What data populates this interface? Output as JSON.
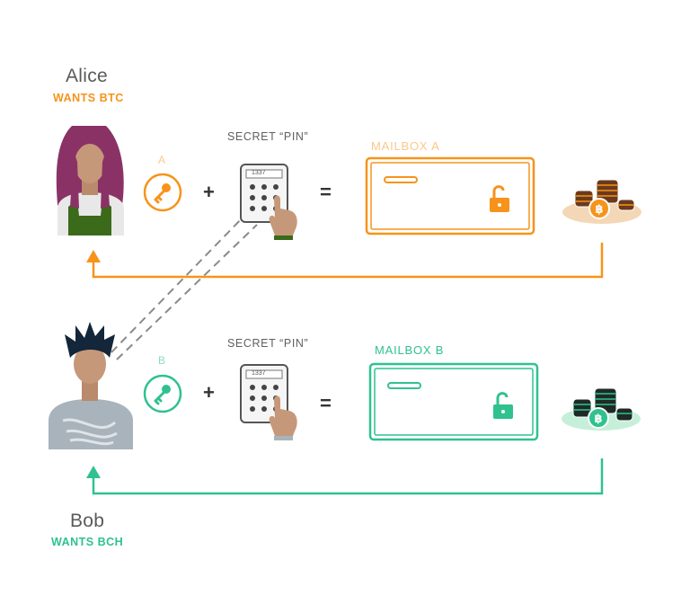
{
  "alice": {
    "name": "Alice",
    "wants": "WANTS BTC",
    "key_letter": "A",
    "pin_title": "SECRET “PIN”",
    "pin_display": "1337",
    "mailbox_label": "MAILBOX A",
    "color": "#f7931a",
    "light_color": "#fbc88a"
  },
  "bob": {
    "name": "Bob",
    "wants": "WANTS BCH",
    "key_letter": "B",
    "pin_title": "SECRET “PIN”",
    "pin_display": "1337",
    "mailbox_label": "MAILBOX B",
    "color": "#2fc28e",
    "light_color": "#8fdcbd"
  },
  "operators": {
    "plus": "+",
    "equals": "="
  },
  "icons": {
    "key": "key-icon",
    "keypad": "keypad-icon",
    "mailbox": "mailbox-icon",
    "lock": "unlocked-padlock-icon",
    "coins": "coin-stack-icon",
    "coin_symbol": "฿"
  }
}
